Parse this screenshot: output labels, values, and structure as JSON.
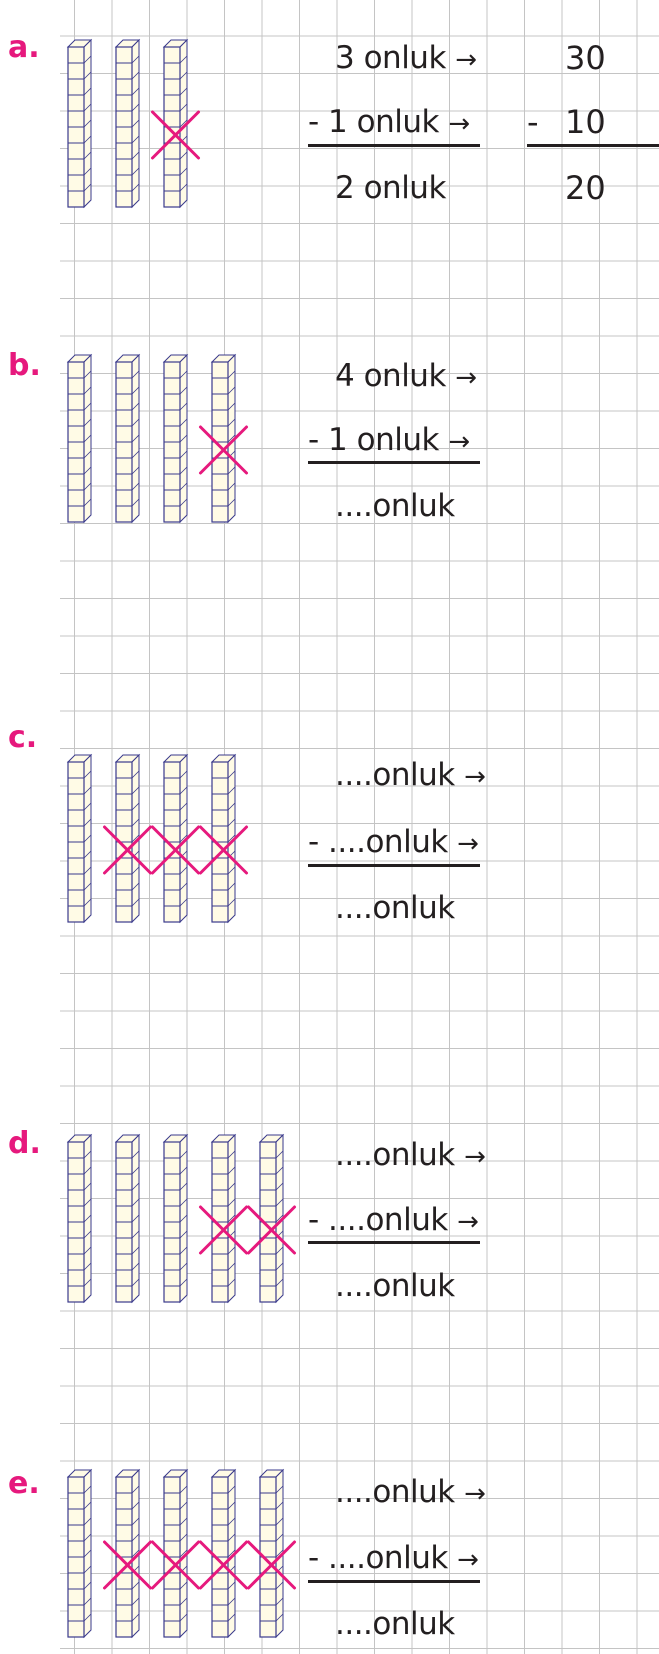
{
  "arrow_glyph": "→",
  "minus_sign": "-",
  "colors": {
    "letter": "#e6197d",
    "cross": "#e6197d",
    "rod_fill": "#fffbe6",
    "rod_stroke": "#3a3a8c"
  },
  "problems": [
    {
      "letter": "a.",
      "rods": 3,
      "crossed": [
        3
      ],
      "top": "3 onluk",
      "sub": "1 onluk",
      "result": "2 onluk",
      "numbers": {
        "top": "30",
        "sub": "10",
        "result": "20"
      }
    },
    {
      "letter": "b.",
      "rods": 4,
      "crossed": [
        4
      ],
      "top": "4 onluk",
      "sub": "1 onluk",
      "result": "....onluk"
    },
    {
      "letter": "c.",
      "rods": 4,
      "crossed": [
        2,
        3,
        4
      ],
      "top": "....onluk",
      "sub": "....onluk",
      "result": "....onluk"
    },
    {
      "letter": "d.",
      "rods": 5,
      "crossed": [
        4,
        5
      ],
      "top": "....onluk",
      "sub": "....onluk",
      "result": "....onluk"
    },
    {
      "letter": "e.",
      "rods": 5,
      "crossed": [
        2,
        3,
        4,
        5
      ],
      "top": "....onluk",
      "sub": "....onluk",
      "result": "....onluk"
    }
  ]
}
